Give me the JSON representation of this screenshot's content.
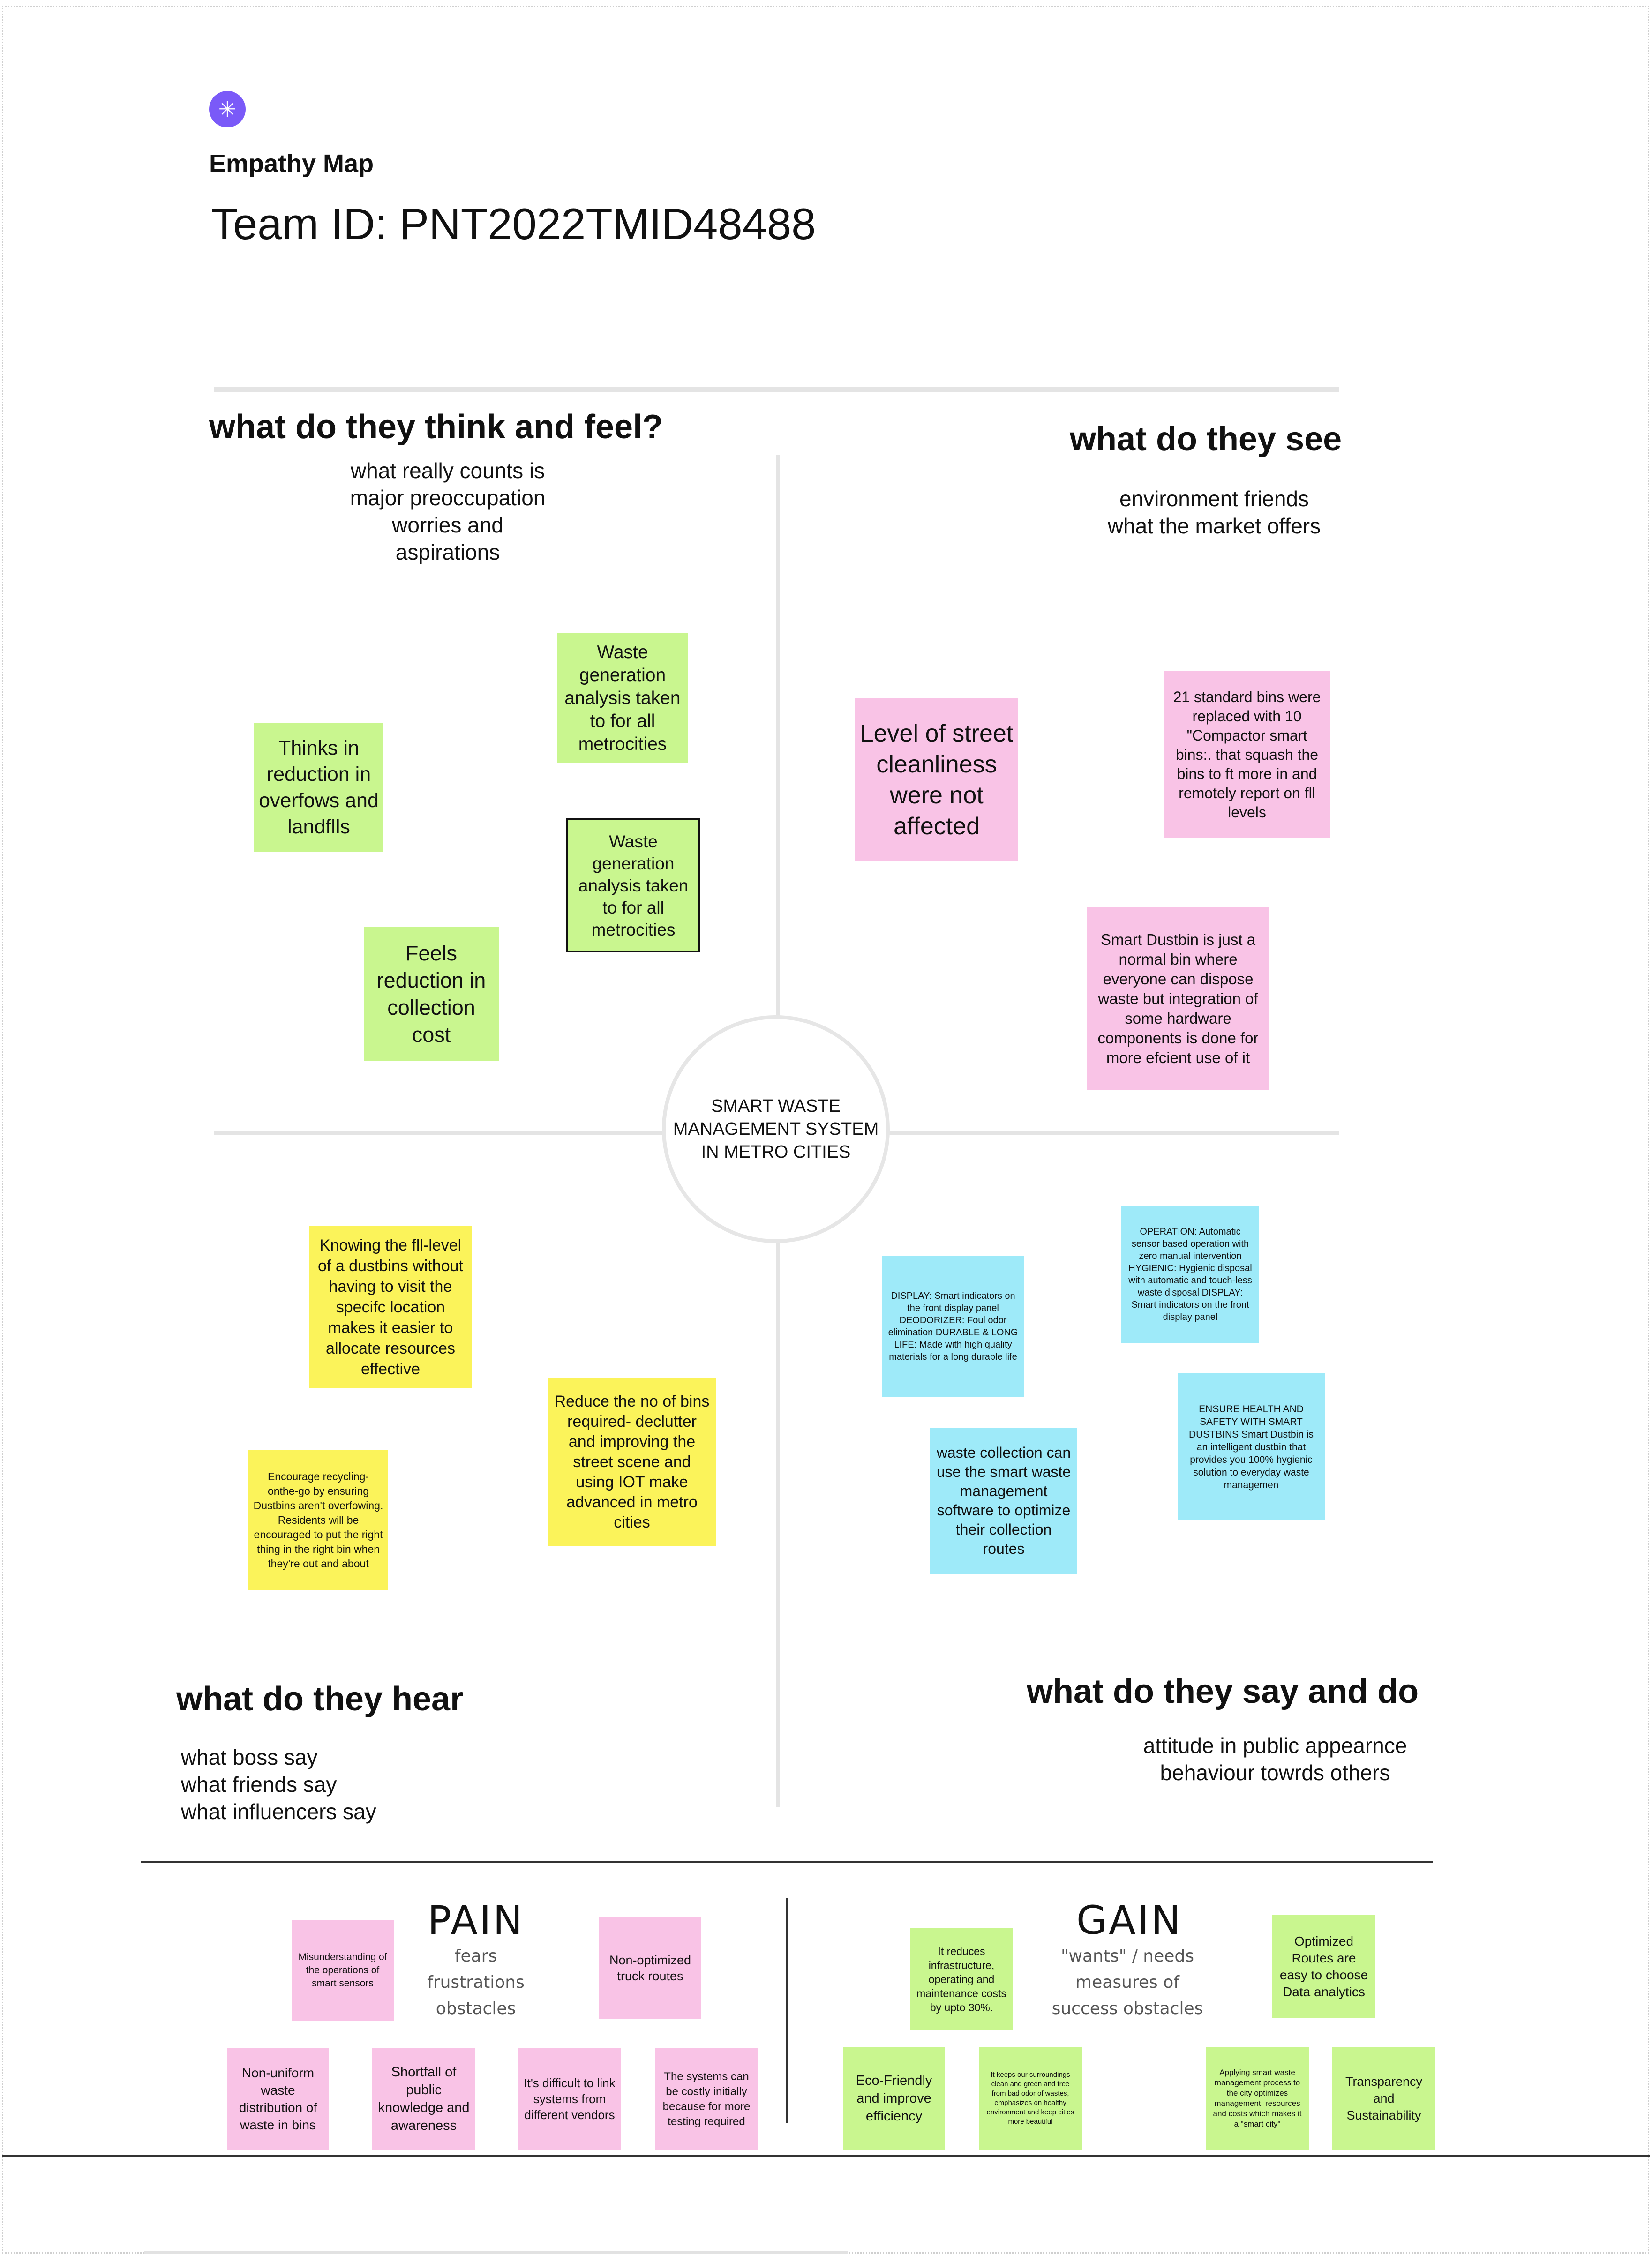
{
  "header": {
    "logo_icon": "sparkle-icon",
    "title": "Empathy Map",
    "team_id": "Team  ID: PNT2022TMID48488"
  },
  "center": {
    "label": "SMART WASTE MANAGEMENT SYSTEM IN METRO CITIES"
  },
  "quadrants": {
    "think_feel": {
      "title": "what do they think and feel?",
      "subtitle": "what really counts is major preoccupation worries and aspirations",
      "notes": [
        "Waste generation analysis taken to for all metrocities",
        "Thinks in reduction in overfows and landflls",
        "Waste generation analysis taken to for all metrocities",
        "Feels reduction in collection cost"
      ]
    },
    "see": {
      "title": "what do they see",
      "subtitle": "environment friends what the market offers",
      "notes": [
        "Level of street cleanliness were not affected",
        "21 standard bins were replaced with 10 \"Compactor smart bins:. that squash the bins to ft more in and remotely report on fll levels",
        "Smart Dustbin is just a normal bin where everyone can dispose waste but integration of some hardware components is done for more efcient use of it"
      ]
    },
    "hear": {
      "title": "what do they hear",
      "subtitle_lines": [
        "what boss say",
        "what friends say",
        "what influencers say"
      ],
      "notes": [
        "Knowing the fll-level of a dustbins without having to visit the specifc location makes it easier to allocate resources effective",
        "Reduce the no of bins required- declutter and improving the street scene and using IOT make advanced in metro cities",
        "Encourage recycling-onthe-go by ensuring Dustbins aren't overfowing. Residents will be encouraged to put the right thing in the right bin when they're out and about"
      ]
    },
    "say_do": {
      "title": "what do they say and do",
      "subtitle": "attitude in public appearnce behaviour towrds others",
      "notes": [
        "OPERATION: Automatic sensor based operation with zero manual intervention HYGIENIC: Hygienic disposal with automatic and touch-less waste disposal DISPLAY: Smart indicators on the front display panel",
        "DISPLAY: Smart indicators on the front display panel DEODORIZER: Foul odor elimination DURABLE & LONG LIFE: Made with high quality materials for a long durable life",
        "ENSURE HEALTH AND SAFETY WITH SMART DUSTBINS Smart Dustbin is an intelligent dustbin that provides you 100% hygienic solution to everyday waste managemen",
        "waste collection can use the smart waste management software to optimize their collection routes"
      ]
    }
  },
  "pain": {
    "title": "PAIN",
    "subtitle": "fears frustrations obstacles",
    "notes": [
      "Misunderstanding of the operations of smart sensors",
      "Non-optimized truck routes",
      "Non-uniform waste distribution of waste in bins",
      "Shortfall of public knowledge and awareness",
      "It's difficult to link systems from different vendors",
      "The systems can be costly initially because for more testing required"
    ]
  },
  "gain": {
    "title": "GAIN",
    "subtitle": "\"wants\" / needs measures of success obstacles",
    "notes": [
      "It reduces infrastructure, operating and maintenance costs by upto 30%.",
      "Optimized Routes are easy to choose Data analytics",
      "Eco-Friendly and improve efficiency",
      "It keeps our surroundings clean and green and free from bad odor of wastes, emphasizes on healthy environment and keep cities more beautiful",
      "Applying smart waste management process to the city optimizes management, resources and costs which makes it a \"smart city\"",
      "Transparency and Sustainability"
    ]
  },
  "colors": {
    "green_note": "#c9f68f",
    "pink_note": "#f9c3e6",
    "yellow_note": "#fbf35a",
    "blue_note": "#9eeaf9",
    "logo": "#7a5af8"
  }
}
